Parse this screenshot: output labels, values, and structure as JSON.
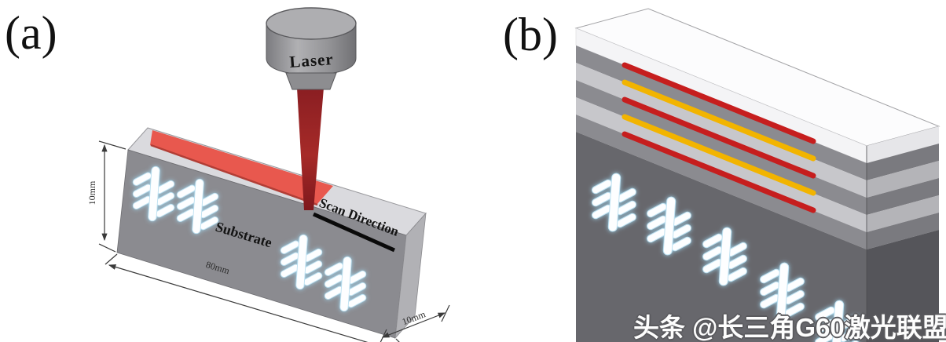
{
  "figure": {
    "panel_a": {
      "label": "(a)",
      "laser_label": "Laser",
      "substrate_label": "Substrate",
      "scan_direction_label": "Scan Direction",
      "height_dim": "10mm",
      "length_dim": "80mm",
      "width_dim": "10mm"
    },
    "panel_b": {
      "label": "(b)",
      "track_sequence": [
        "red",
        "yellow",
        "red",
        "yellow",
        "red"
      ]
    },
    "watermark": "头条 @长三角G60激光联盟",
    "colors": {
      "melt_track": "#e8584e",
      "melt_track_edge": "#b23e36",
      "laser_beam_dark": "#8a1e22",
      "scan_line_red": "#c61e1e",
      "scan_line_yellow": "#f2b400",
      "motif_glow": "#9fd4ec"
    }
  }
}
